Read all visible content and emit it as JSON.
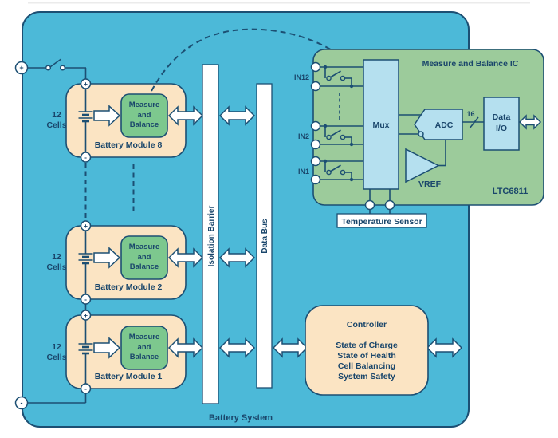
{
  "colors": {
    "background_blue": "#4cb9d8",
    "module_peach": "#fbe4c3",
    "balance_green": "#7dc88e",
    "ic_green": "#9ccb9b",
    "block_light_blue": "#b5e0ef",
    "line_navy": "#1c4f73",
    "text_navy": "#1a466b"
  },
  "system": {
    "label": "Battery System"
  },
  "terminals": {
    "positive": "+",
    "negative": "-"
  },
  "buses": {
    "isolation_barrier": "Isolation Barrier",
    "data_bus": "Data Bus"
  },
  "modules": [
    {
      "label": "Battery Module 8",
      "cells_count": "12",
      "cells_word": "Cells",
      "mb_lines": [
        "Measure",
        "and",
        "Balance"
      ]
    },
    {
      "label": "Battery Module 2",
      "cells_count": "12",
      "cells_word": "Cells",
      "mb_lines": [
        "Measure",
        "and",
        "Balance"
      ]
    },
    {
      "label": "Battery Module 1",
      "cells_count": "12",
      "cells_word": "Cells",
      "mb_lines": [
        "Measure",
        "and",
        "Balance"
      ]
    }
  ],
  "ic": {
    "title": "Measure and Balance IC",
    "part_number": "LTC6811",
    "mux_label": "Mux",
    "adc_label": "ADC",
    "vref_label": "VREF",
    "bus_width": "16",
    "data_io_lines": [
      "Data",
      "I/O"
    ],
    "input_labels": [
      "IN12",
      "IN2",
      "IN1"
    ]
  },
  "temperature_sensor": {
    "label": "Temperature Sensor"
  },
  "controller": {
    "title": "Controller",
    "functions": [
      "State of Charge",
      "State of Health",
      "Cell Balancing",
      "System Safety"
    ]
  }
}
